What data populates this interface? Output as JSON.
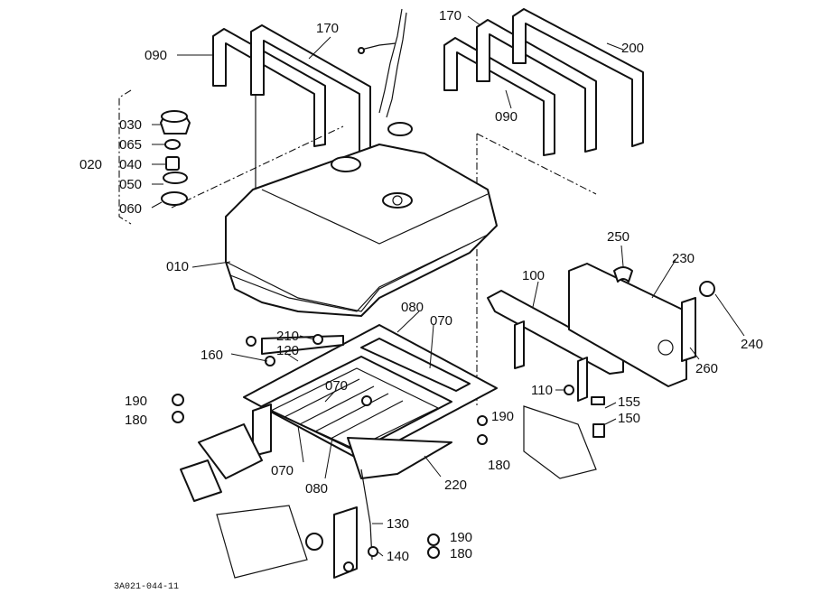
{
  "callouts": {
    "p090a": "090",
    "p170a": "170",
    "p170b": "170",
    "p200": "200",
    "p090b": "090",
    "p030": "030",
    "p065": "065",
    "p020": "020",
    "p040": "040",
    "p050": "050",
    "p060": "060",
    "p010": "010",
    "p250": "250",
    "p230": "230",
    "p100": "100",
    "p080a": "080",
    "p070a": "070",
    "p210": "210",
    "p120": "120",
    "p160": "160",
    "p240": "240",
    "p260": "260",
    "p070b": "070",
    "p110": "110",
    "p155": "155",
    "p190a": "190",
    "p180a": "180",
    "p190b": "190",
    "p150": "150",
    "p180b": "180",
    "p070c": "070",
    "p080b": "080",
    "p220": "220",
    "p130": "130",
    "p190c": "190",
    "p140": "140",
    "p180c": "180"
  },
  "drawing_code": "3A021-044-11"
}
